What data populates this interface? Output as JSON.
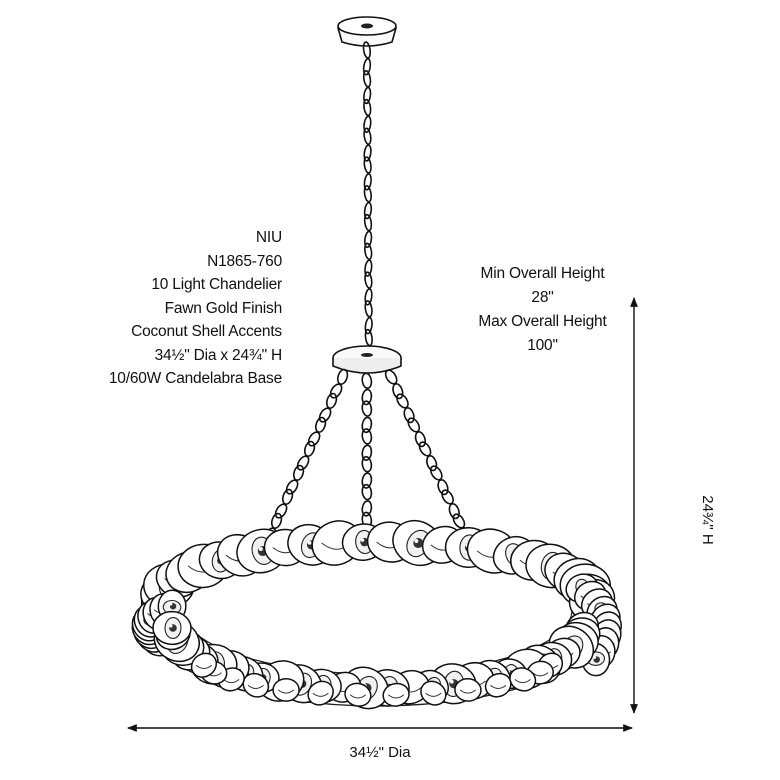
{
  "specs": {
    "lines": [
      "NIU",
      "N1865-760",
      "10 Light Chandelier",
      "Fawn Gold Finish",
      "Coconut Shell Accents",
      "34½\" Dia x 24¾\" H",
      "10/60W Candelabra Base"
    ]
  },
  "overall_height": {
    "min_label": "Min Overall Height",
    "min_value": "28\"",
    "max_label": "Max Overall Height",
    "max_value": "100\""
  },
  "dimensions": {
    "height": "24¾\" H",
    "width": "34½\" Dia"
  }
}
